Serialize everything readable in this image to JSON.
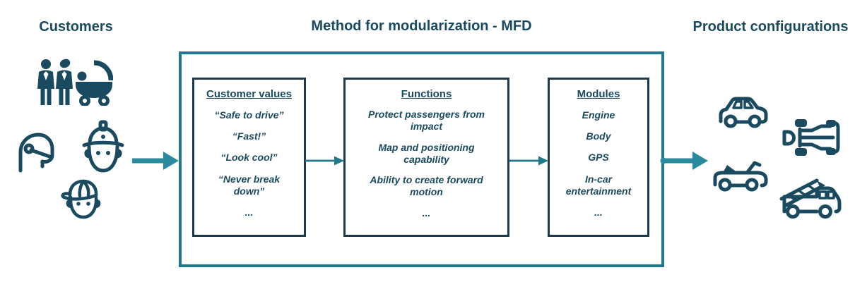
{
  "colors": {
    "ink": "#1a4a5f",
    "inner_box_border": "#1c3a4b",
    "outer_box_border": "#20798c",
    "arrow": "#2a8b9e"
  },
  "left": {
    "title": "Customers",
    "icons": [
      "family-icon",
      "racing-helmet-icon",
      "construction-worker-icon",
      "kid-cap-icon"
    ]
  },
  "center": {
    "title": "Method for modularization - MFD",
    "boxes": [
      {
        "heading": "Customer values",
        "items": [
          "“Safe to drive”",
          "“Fast!”",
          "“Look cool”",
          "“Never break down”",
          "..."
        ]
      },
      {
        "heading": "Functions",
        "items": [
          "Protect passengers from impact",
          "Map and positioning capability",
          "Ability to create forward motion",
          "..."
        ]
      },
      {
        "heading": "Modules",
        "items": [
          "Engine",
          "Body",
          "GPS",
          "In-car entertainment",
          "..."
        ]
      }
    ]
  },
  "right": {
    "title": "Product configurations",
    "icons": [
      "suv-car-icon",
      "race-car-top-icon",
      "convertible-car-icon",
      "fire-truck-icon"
    ]
  }
}
